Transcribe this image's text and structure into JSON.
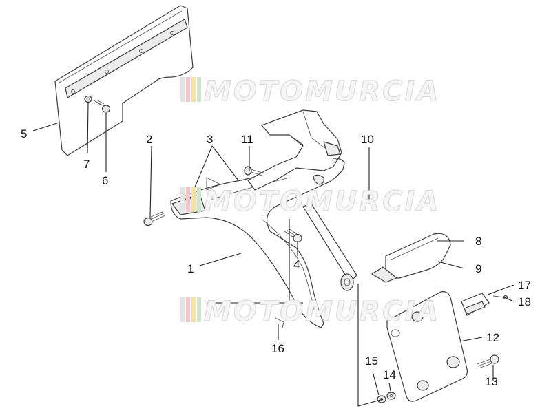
{
  "watermark": {
    "text": "MOTOMURCIA",
    "stripe_colors": [
      "#e4e4e4",
      "#f3c7c7",
      "#f6e2a6",
      "#cfe7c6"
    ]
  },
  "callouts": [
    {
      "id": "5",
      "label": "5"
    },
    {
      "id": "7",
      "label": "7"
    },
    {
      "id": "6",
      "label": "6"
    },
    {
      "id": "2",
      "label": "2"
    },
    {
      "id": "3",
      "label": "3"
    },
    {
      "id": "11",
      "label": "11"
    },
    {
      "id": "10",
      "label": "10"
    },
    {
      "id": "1",
      "label": "1"
    },
    {
      "id": "4",
      "label": "4"
    },
    {
      "id": "8",
      "label": "8"
    },
    {
      "id": "9",
      "label": "9"
    },
    {
      "id": "17",
      "label": "17"
    },
    {
      "id": "18",
      "label": "18"
    },
    {
      "id": "12",
      "label": "12"
    },
    {
      "id": "16",
      "label": "16"
    },
    {
      "id": "15",
      "label": "15"
    },
    {
      "id": "14",
      "label": "14"
    },
    {
      "id": "13",
      "label": "13"
    }
  ]
}
